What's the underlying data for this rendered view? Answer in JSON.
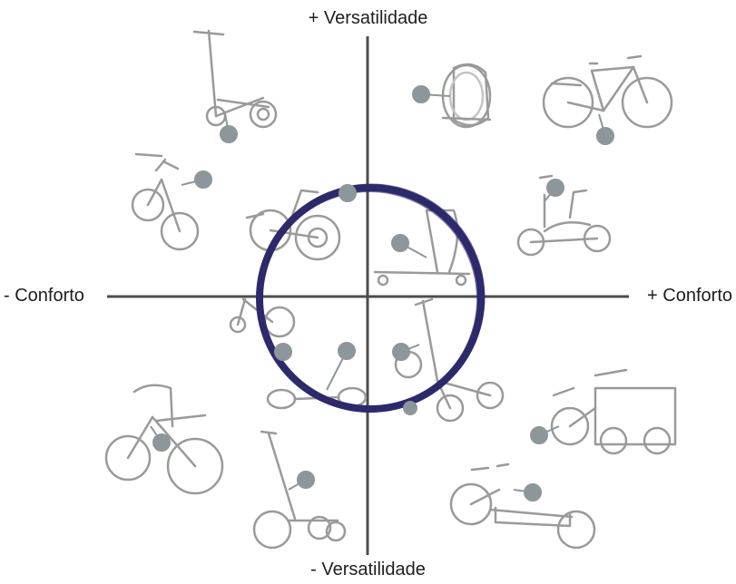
{
  "axes": {
    "top_label": "+ Versatilidade",
    "bottom_label": "- Versatilidade",
    "left_label": "- Conforto",
    "right_label": "+ Conforto"
  },
  "colors": {
    "axis": "#4d4d4d",
    "circle": "#2d2a6b",
    "marker": "#8d969b",
    "vehicle": "#9a9a9a"
  },
  "items": [
    {
      "id": "stepper-scooter",
      "icon": "stepper-scooter-icon"
    },
    {
      "id": "electric-unicycle",
      "icon": "unicycle-icon"
    },
    {
      "id": "city-bicycle",
      "icon": "bicycle-icon"
    },
    {
      "id": "kids-bicycle",
      "icon": "kids-bike-icon"
    },
    {
      "id": "recumbent-tricycle",
      "icon": "recumbent-trike-icon"
    },
    {
      "id": "recumbent-bike",
      "icon": "recumbent-bike-icon"
    },
    {
      "id": "seat-skateboard",
      "icon": "seat-skateboard-icon"
    },
    {
      "id": "rollator-cart",
      "icon": "rollator-icon"
    },
    {
      "id": "elliptical-trike",
      "icon": "elliptical-trike-icon"
    },
    {
      "id": "cargo-trike",
      "icon": "cargo-trike-icon"
    },
    {
      "id": "walking-bike",
      "icon": "walking-bike-icon"
    },
    {
      "id": "hoverboard",
      "icon": "hoverboard-icon"
    },
    {
      "id": "standing-scooter",
      "icon": "standing-scooter-icon"
    },
    {
      "id": "longtail-cargo-bike",
      "icon": "longtail-bike-icon"
    }
  ]
}
